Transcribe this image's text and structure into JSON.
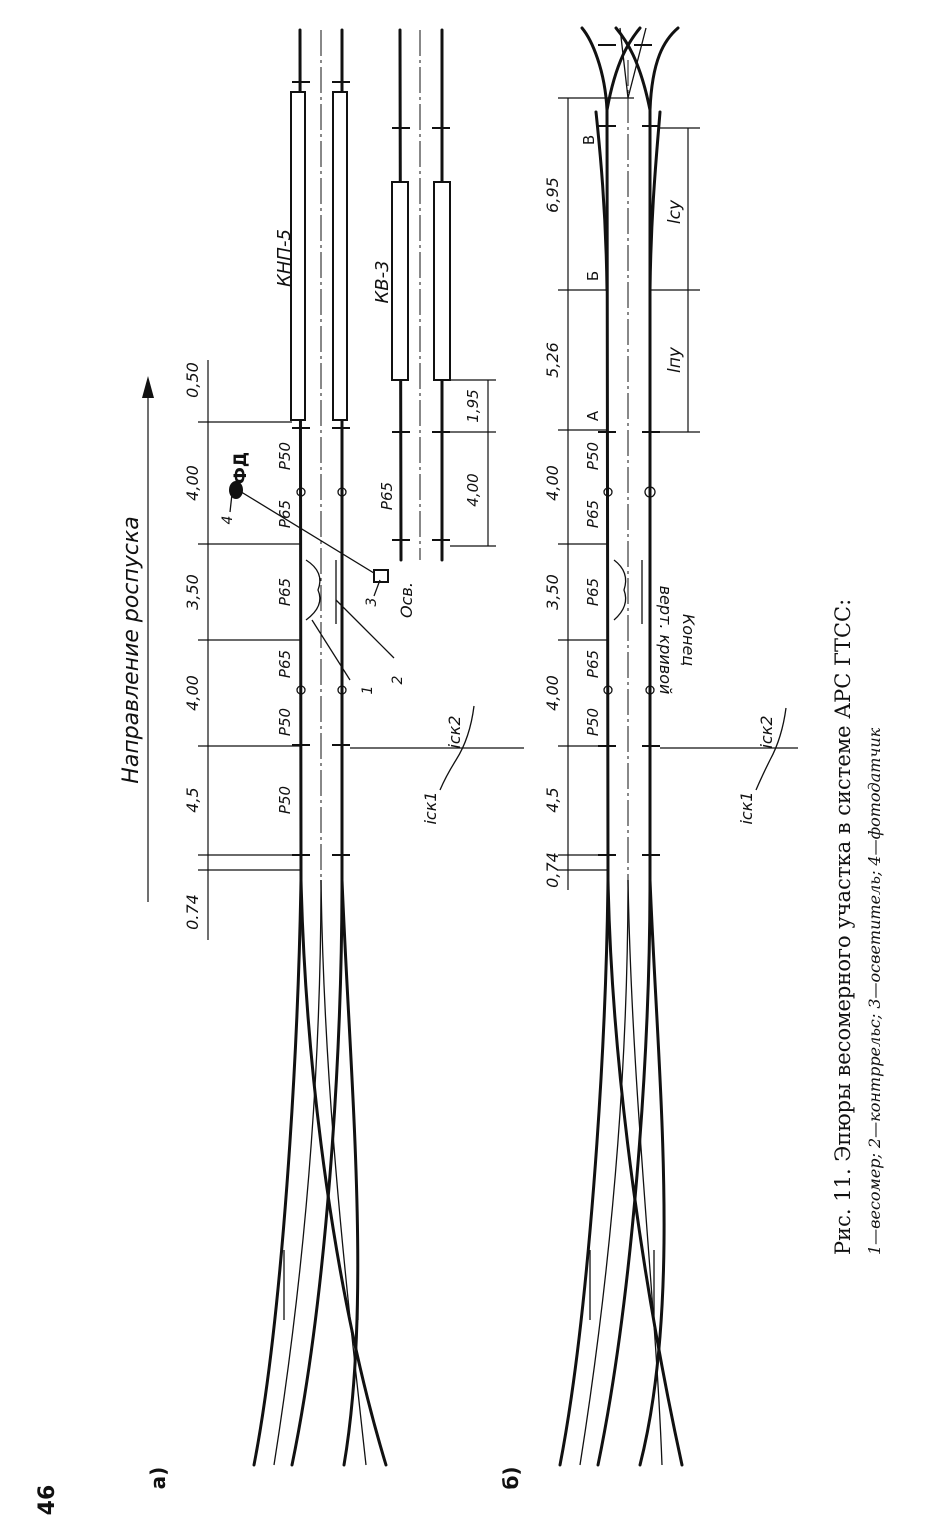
{
  "page_number": "46",
  "caption": {
    "title": "Рис. 11. Эпюры весомерного участка в системе АРС ГТСС:",
    "legend": "1—весомер; 2—контррельс; 3—осветитель; 4—фотодатчик"
  },
  "direction_label": "Направление роспуска",
  "panel_a": {
    "label": "а)",
    "dims": [
      "0.74",
      "4,5",
      "4,00",
      "3,50",
      "4,00",
      "0,50"
    ],
    "rails": [
      "Р50",
      "Р50",
      "Р65",
      "Р65",
      "Р65",
      "Р50"
    ],
    "device_knp": "КНП-5",
    "device_kv": "КВ-3",
    "kv_rail": "Р65",
    "kv_dims": [
      "4,00",
      "1,95"
    ],
    "fd_label": "ФД",
    "osv_label": "Осв.",
    "numbers": [
      "1",
      "2",
      "3",
      "4"
    ],
    "slope1": "iск1",
    "slope2": "iск2"
  },
  "panel_b": {
    "label": "б)",
    "dims": [
      "0,74",
      "4,5",
      "4,00",
      "3,50",
      "4,00",
      "5,26",
      "6,95"
    ],
    "rails": [
      "Р50",
      "Р65",
      "Р65",
      "Р65",
      "Р50"
    ],
    "points": [
      "А",
      "Б",
      "В"
    ],
    "l_pu": "lпу",
    "l_su": "lсу",
    "end_label_1": "Конец",
    "end_label_2": "верт. кривой",
    "slope1": "iск1",
    "slope2": "iск2"
  }
}
